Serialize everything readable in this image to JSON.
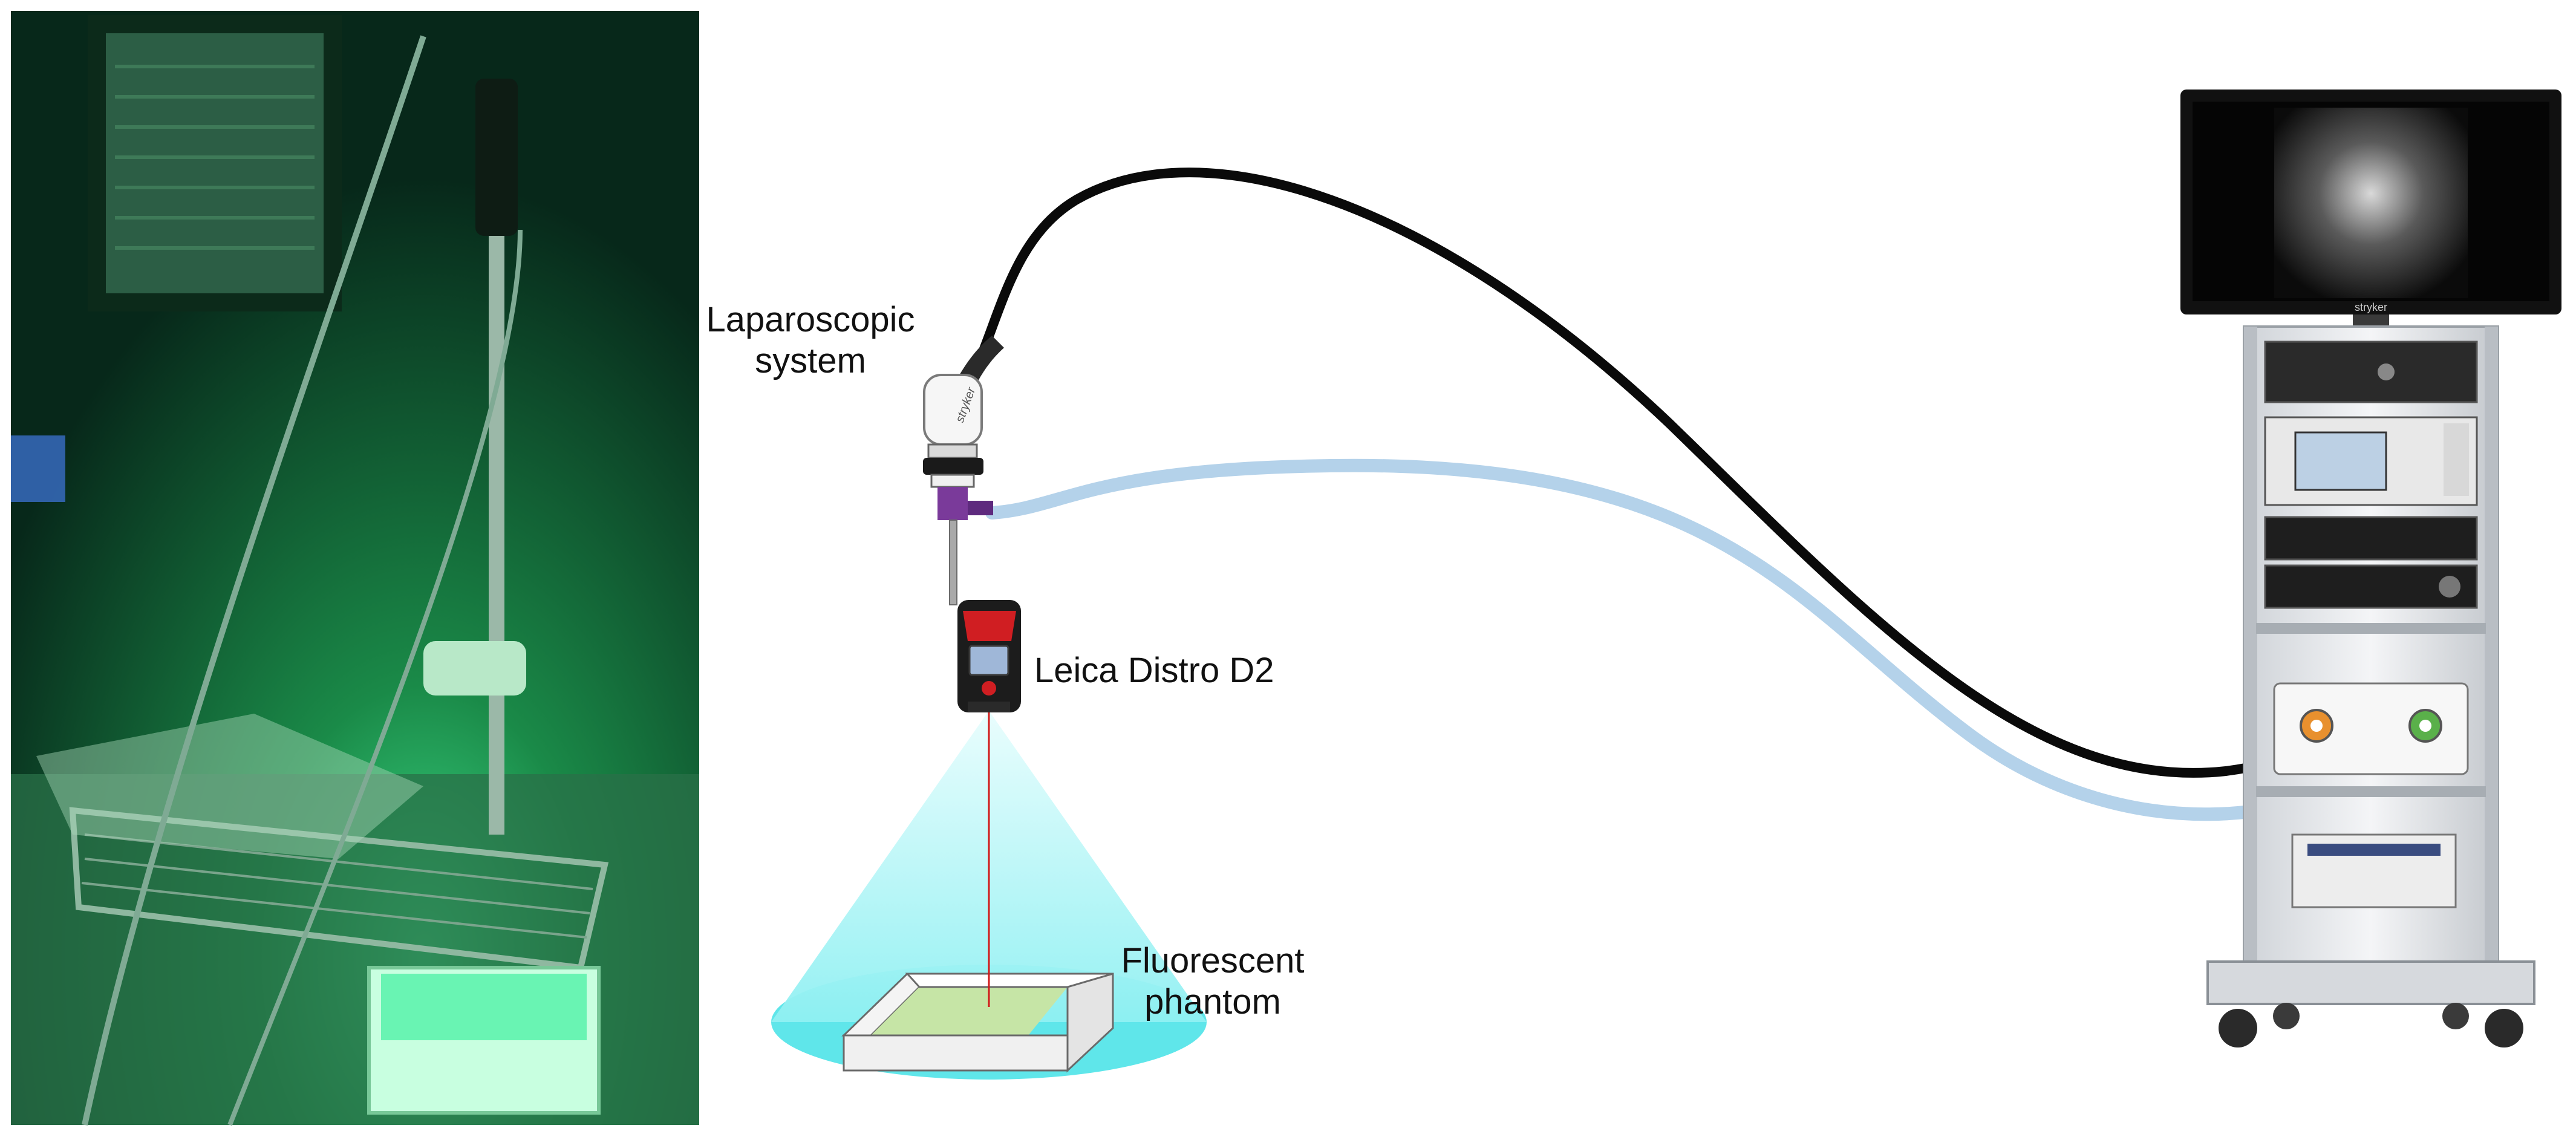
{
  "labels": {
    "laparoscopic_line1": "Laparoscopic",
    "laparoscopic_line2": "system",
    "leica": "Leica Distro D2",
    "phantom_line1": "Fluorescent",
    "phantom_line2": "phantom",
    "monitor_brand": "stryker",
    "camera_brand": "stryker"
  },
  "colors": {
    "photo_green": "#1e6a3a",
    "light_cable": "#b4d2ea",
    "video_cable": "#0a0a0a",
    "light_cone": "#9ff2f4",
    "phantom_fill": "#c6e5a6",
    "laser": "#d11a1a",
    "scope_purple": "#7a3a9a",
    "meter_red": "#d01e22",
    "tower_port_orange": "#e8902e",
    "tower_port_green": "#5ab04a"
  }
}
